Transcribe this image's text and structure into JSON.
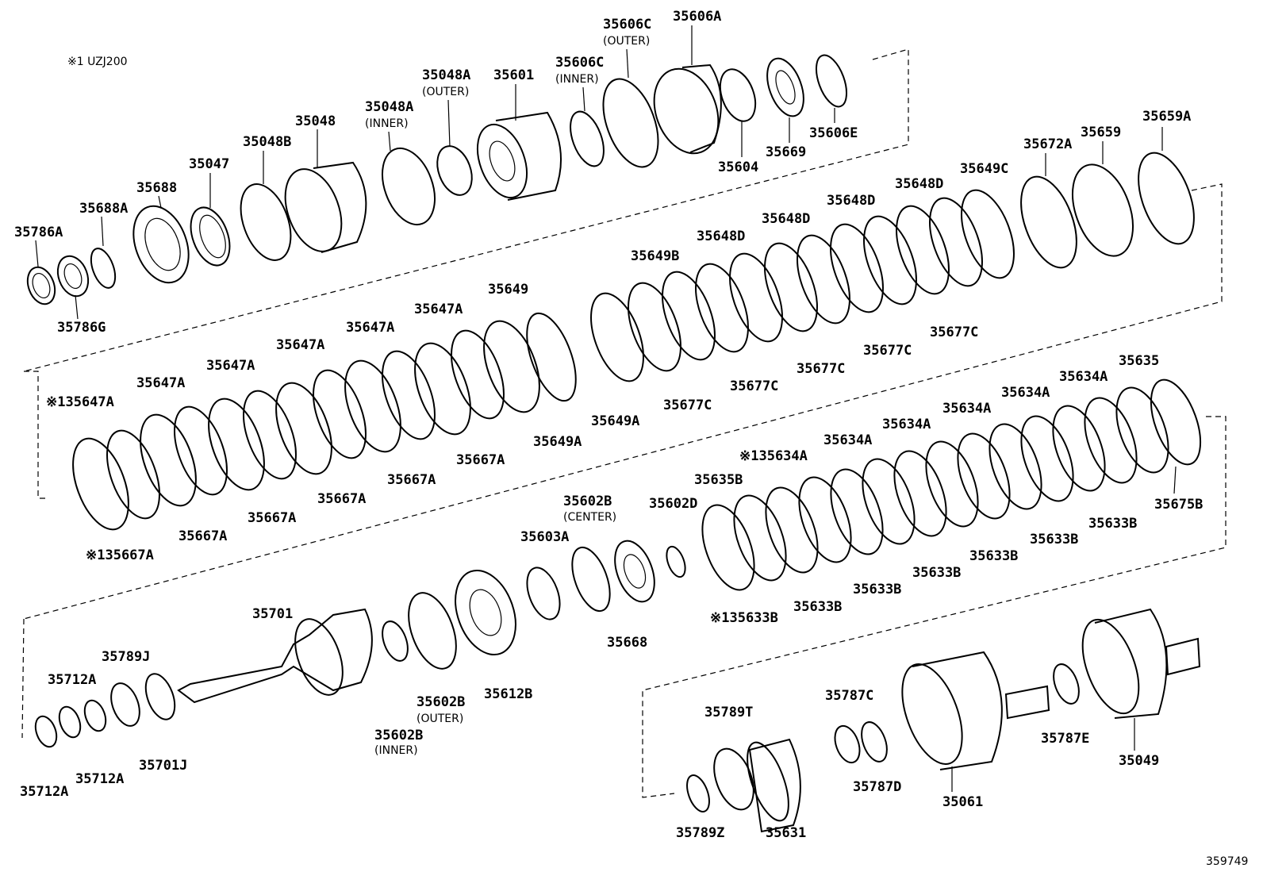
{
  "note": "※1 UZJ200",
  "diagram_id": "359749",
  "colors": {
    "ink": "#000000",
    "background": "#ffffff"
  },
  "labels": [
    {
      "text": "35786A"
    },
    {
      "text": "35786G"
    },
    {
      "text": "35688A"
    },
    {
      "text": "35688"
    },
    {
      "text": "35047"
    },
    {
      "text": "35048B"
    },
    {
      "text": "35048"
    },
    {
      "text": "35048A",
      "sub": "(INNER)"
    },
    {
      "text": "35048A",
      "sub": "(OUTER)"
    },
    {
      "text": "35601"
    },
    {
      "text": "35606C",
      "sub": "(INNER)"
    },
    {
      "text": "35606C",
      "sub": "(OUTER)"
    },
    {
      "text": "35606A"
    },
    {
      "text": "35604"
    },
    {
      "text": "35669"
    },
    {
      "text": "35606E"
    },
    {
      "text": "35659A"
    },
    {
      "text": "35659"
    },
    {
      "text": "35672A"
    },
    {
      "text": "35649C"
    },
    {
      "text": "35648D"
    },
    {
      "text": "35648D"
    },
    {
      "text": "35648D"
    },
    {
      "text": "35648D"
    },
    {
      "text": "35649B"
    },
    {
      "text": "35677C"
    },
    {
      "text": "35677C"
    },
    {
      "text": "35677C"
    },
    {
      "text": "35677C"
    },
    {
      "text": "35677C"
    },
    {
      "text": "35649A"
    },
    {
      "text": "35649A"
    },
    {
      "text": "35649"
    },
    {
      "text": "35647A"
    },
    {
      "text": "35647A"
    },
    {
      "text": "35647A"
    },
    {
      "text": "35647A"
    },
    {
      "text": "35647A"
    },
    {
      "text": "※135647A"
    },
    {
      "text": "35667A"
    },
    {
      "text": "35667A"
    },
    {
      "text": "35667A"
    },
    {
      "text": "35667A"
    },
    {
      "text": "35667A"
    },
    {
      "text": "※135667A"
    },
    {
      "text": "35635"
    },
    {
      "text": "35675B"
    },
    {
      "text": "35634A"
    },
    {
      "text": "35634A"
    },
    {
      "text": "35634A"
    },
    {
      "text": "35634A"
    },
    {
      "text": "35634A"
    },
    {
      "text": "※135634A"
    },
    {
      "text": "35633B"
    },
    {
      "text": "35633B"
    },
    {
      "text": "35633B"
    },
    {
      "text": "35633B"
    },
    {
      "text": "35633B"
    },
    {
      "text": "35633B"
    },
    {
      "text": "※135633B"
    },
    {
      "text": "35635B"
    },
    {
      "text": "35602D"
    },
    {
      "text": "35602B",
      "sub": "(CENTER)"
    },
    {
      "text": "35603A"
    },
    {
      "text": "35668"
    },
    {
      "text": "35612B"
    },
    {
      "text": "35602B",
      "sub": "(OUTER)"
    },
    {
      "text": "35602B",
      "sub": "(INNER)"
    },
    {
      "text": "35701"
    },
    {
      "text": "35701J"
    },
    {
      "text": "35789J"
    },
    {
      "text": "35712A"
    },
    {
      "text": "35712A"
    },
    {
      "text": "35712A"
    },
    {
      "text": "35789T"
    },
    {
      "text": "35789Z"
    },
    {
      "text": "35631"
    },
    {
      "text": "35787C"
    },
    {
      "text": "35787D"
    },
    {
      "text": "35061"
    },
    {
      "text": "35787E"
    },
    {
      "text": "35049"
    }
  ]
}
